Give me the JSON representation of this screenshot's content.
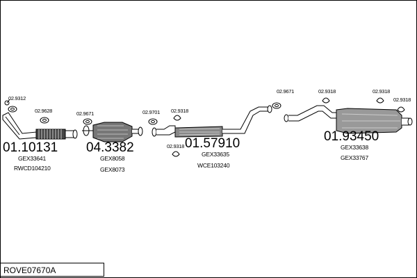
{
  "diagram": {
    "code": "ROVE07670A",
    "parts": [
      {
        "number": "01.10131",
        "refs": [
          "GEX33641",
          "RWCD104210"
        ]
      },
      {
        "number": "04.3382",
        "refs": [
          "GEX8058",
          "GEX8073"
        ]
      },
      {
        "number": "01.57910",
        "refs": [
          "GEX33635",
          "WCE103240"
        ]
      },
      {
        "number": "01.93450",
        "refs": [
          "GEX33638",
          "GEX33767"
        ]
      }
    ],
    "clamps": [
      "02.9312",
      "02.9628",
      "02.9671",
      "02.9701",
      "02.9318",
      "02.9318",
      "02.9671",
      "02.9318",
      "02.9318",
      "02.9318"
    ]
  }
}
